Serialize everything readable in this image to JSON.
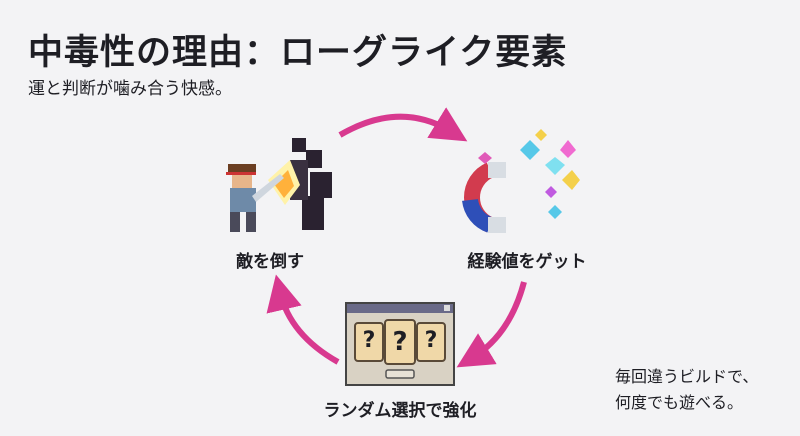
{
  "title": "中毒性の理由：ローグライク要素",
  "subtitle": "運と判断が噛み合う快感。",
  "cycle": {
    "steps": [
      {
        "label": "敵を倒す",
        "icon": "pixel-warrior-battle-icon"
      },
      {
        "label": "経験値をゲット",
        "icon": "magnet-gems-icon"
      },
      {
        "label": "ランダム選択で強化",
        "icon": "random-card-window-icon"
      }
    ],
    "card_symbols": [
      "?",
      "?",
      "?"
    ],
    "arrow_color": "#d8398f"
  },
  "note": {
    "line1": "毎回違うビルドで、",
    "line2": "何度でも遊べる。"
  }
}
